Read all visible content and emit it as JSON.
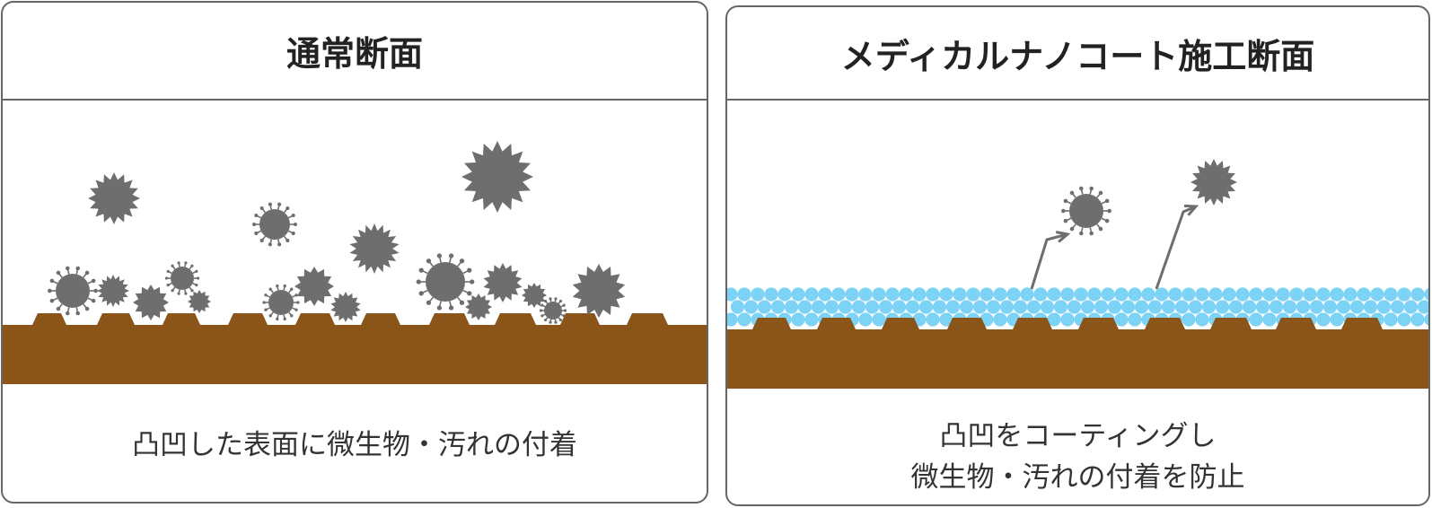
{
  "panels": [
    {
      "title": "通常断面",
      "caption_lines": [
        "凸凹した表面に微生物・汚れの付着"
      ]
    },
    {
      "title": "メディカルナノコート施工断面",
      "caption_lines": [
        "凸凹をコーティングし",
        "微生物・汚れの付着を防止"
      ]
    }
  ],
  "colors": {
    "ground": "#8B5418",
    "microbe": "#6E6E6E",
    "coating": "#7DD3F5",
    "border": "#666666",
    "text": "#222222"
  },
  "icons": [
    "spiky-microbe-icon",
    "virus-microbe-icon",
    "coating-bead-icon",
    "deflect-arrow-icon"
  ]
}
